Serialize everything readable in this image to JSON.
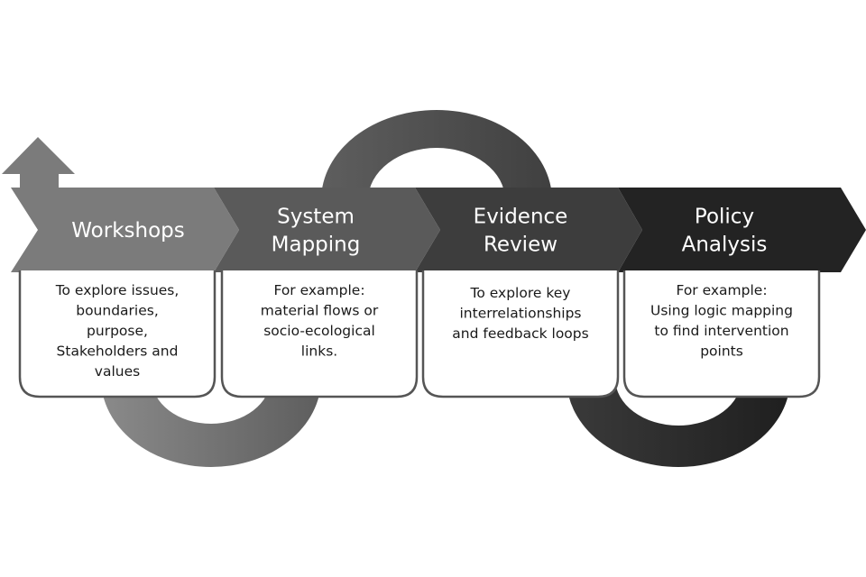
{
  "diagram": {
    "title": "",
    "colors": {
      "stage_1": "#7b7b7b",
      "stage_2": "#5a5a5a",
      "stage_3": "#3d3d3d",
      "stage_4": "#232323",
      "box_border": "#555555",
      "box_fill": "#ffffff",
      "stage_text": "#ffffff",
      "box_text": "#1a1a1a"
    },
    "stages": [
      {
        "title_lines": [
          "Workshops"
        ],
        "description_lines": [
          "To explore issues,",
          "boundaries,",
          "purpose,",
          "Stakeholders and",
          "values"
        ]
      },
      {
        "title_lines": [
          "System",
          "Mapping"
        ],
        "description_lines": [
          "For example:",
          "material flows or",
          "socio-ecological",
          "links."
        ]
      },
      {
        "title_lines": [
          "Evidence",
          "Review"
        ],
        "description_lines": [
          "To explore key",
          "interrelationships",
          "and feedback loops"
        ]
      },
      {
        "title_lines": [
          "Policy",
          "Analysis"
        ],
        "description_lines": [
          "For example:",
          "Using logic mapping",
          "to find intervention",
          "points"
        ]
      }
    ],
    "loop_arrow": {
      "icon": "return-up-arrow-icon",
      "description": "Looping arrow weaving above and below the stages, returning upward at the start"
    }
  }
}
